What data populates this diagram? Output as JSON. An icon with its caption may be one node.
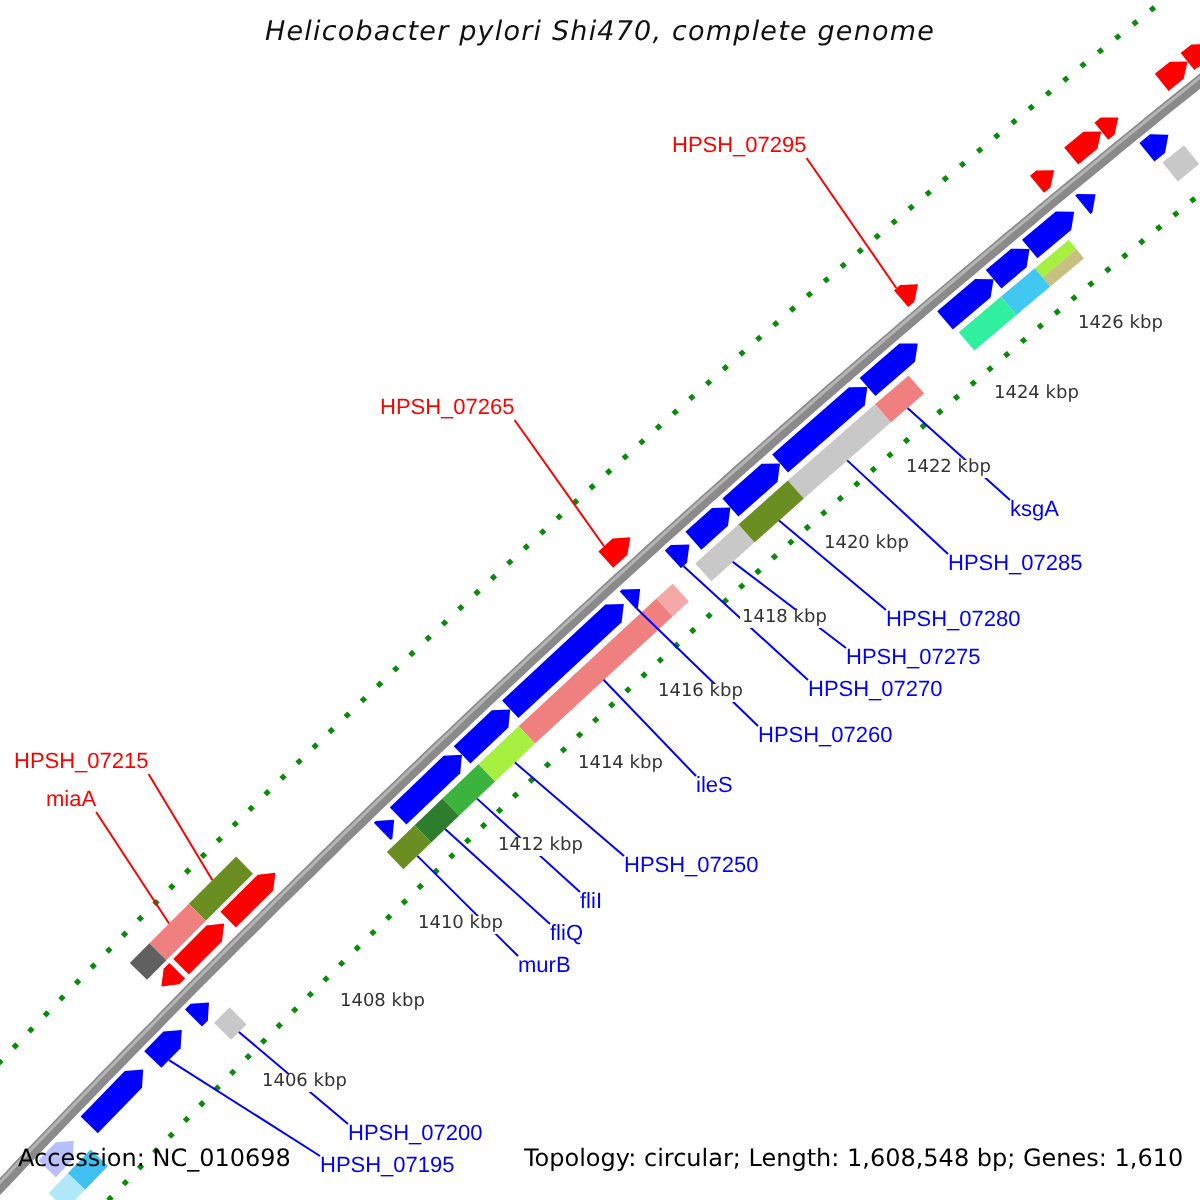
{
  "diagram": {
    "title": "Helicobacter pylori Shi470, complete genome",
    "nodes": [
      {
        "text": [
          "HPSH_07295"
        ]
      },
      {
        "text": [
          "HPSH_07265"
        ]
      },
      {
        "text": [
          "ksgA"
        ]
      },
      {
        "text": [
          "HPSH_07285"
        ]
      },
      {
        "text": [
          "HPSH_07280"
        ]
      },
      {
        "text": [
          "HPSH_07275"
        ]
      },
      {
        "text": [
          "HPSH_07270"
        ]
      },
      {
        "text": [
          "HPSH_07260"
        ]
      },
      {
        "text": [
          "HPSH_07215"
        ]
      },
      {
        "text": [
          "ileS"
        ]
      },
      {
        "text": [
          "miaA"
        ]
      },
      {
        "text": [
          "HPSH_07250"
        ]
      },
      {
        "text": [
          "fliI"
        ]
      },
      {
        "text": [
          "fliQ"
        ]
      },
      {
        "text": [
          "murB"
        ]
      },
      {
        "text": [
          "HPSH_07200"
        ]
      },
      {
        "text": [
          "HPSH_07195"
        ]
      },
      {
        "text": [],
        "shape": "arrow"
      },
      {
        "text": [],
        "shape": "arrow"
      },
      {
        "text": [],
        "shape": "bar"
      },
      {
        "text": [],
        "shape": "arrow"
      },
      {
        "text": [],
        "shape": "arrow"
      },
      {
        "text": [],
        "shape": "arrow"
      },
      {
        "text": [],
        "shape": "arrow"
      },
      {
        "text": [],
        "shape": "arrow"
      },
      {
        "text": [],
        "shape": "arrow"
      },
      {
        "text": [],
        "shape": "bar"
      },
      {
        "text": [],
        "shape": "bar"
      },
      {
        "text": [],
        "shape": "arrow"
      },
      {
        "text": [],
        "shape": "bar"
      },
      {
        "text": [],
        "shape": "arrow"
      },
      {
        "text": [],
        "shape": "bar"
      },
      {
        "text": [],
        "shape": "arrow"
      },
      {
        "text": [],
        "shape": "arrow"
      },
      {
        "text": [],
        "shape": "bar"
      },
      {
        "text": [],
        "shape": "arrow"
      },
      {
        "text": [],
        "shape": "bar"
      },
      {
        "text": [],
        "shape": "arrow"
      },
      {
        "text": [],
        "shape": "bar"
      },
      {
        "text": [],
        "shape": "arrow"
      },
      {
        "text": [],
        "shape": "bar"
      },
      {
        "text": [],
        "shape": "arrow"
      },
      {
        "text": [],
        "shape": "bar"
      },
      {
        "text": [],
        "shape": "arrow"
      },
      {
        "text": [],
        "shape": "arrow"
      },
      {
        "text": [],
        "shape": "bar"
      },
      {
        "text": [],
        "shape": "arrow"
      },
      {
        "text": [],
        "shape": "arrow"
      },
      {
        "text": [],
        "shape": "bar"
      },
      {
        "text": [],
        "shape": "bar"
      },
      {
        "text": [],
        "shape": "arrow"
      },
      {
        "text": [],
        "shape": "bar"
      },
      {
        "text": [],
        "shape": "arrow"
      },
      {
        "text": [],
        "shape": "bar"
      },
      {
        "text": [],
        "shape": "arrow"
      },
      {
        "text": [],
        "shape": "bar"
      },
      {
        "text": [],
        "shape": "arrow"
      },
      {
        "text": [],
        "shape": "bar"
      },
      {
        "text": [],
        "shape": "bar"
      },
      {
        "text": [],
        "shape": "arrow"
      },
      {
        "text": [],
        "shape": "arrow"
      },
      {
        "text": [],
        "shape": "bar"
      },
      {
        "text": [],
        "shape": "arrow"
      },
      {
        "text": [],
        "shape": "arrow"
      },
      {
        "text": [],
        "shape": "bar"
      },
      {
        "text": [],
        "shape": "arrow"
      },
      {
        "text": [],
        "shape": "bar"
      }
    ],
    "edges": [
      {
        "from": 0,
        "to": 32,
        "arrow": "none",
        "color": "#ff0000"
      },
      {
        "from": 1,
        "to": 43,
        "arrow": "none",
        "color": "#ff0000"
      },
      {
        "from": 2,
        "to": 34,
        "arrow": "none"
      },
      {
        "from": 3,
        "to": 36,
        "arrow": "none"
      },
      {
        "from": 4,
        "to": 38,
        "arrow": "none"
      },
      {
        "from": 5,
        "to": 40,
        "arrow": "none"
      },
      {
        "from": 6,
        "to": 41,
        "arrow": "none"
      },
      {
        "from": 7,
        "to": 44,
        "arrow": "none"
      },
      {
        "from": 8,
        "to": 55,
        "arrow": "none",
        "color": "#ff0000"
      },
      {
        "from": 9,
        "to": 45,
        "arrow": "none"
      },
      {
        "from": 10,
        "to": 57,
        "arrow": "none",
        "color": "#ff0000"
      },
      {
        "from": 11,
        "to": 48,
        "arrow": "none"
      },
      {
        "from": 12,
        "to": 49,
        "arrow": "none"
      },
      {
        "from": 13,
        "to": 51,
        "arrow": "none"
      },
      {
        "from": 14,
        "to": 53,
        "arrow": "none"
      },
      {
        "from": 15,
        "to": 58,
        "arrow": "none"
      },
      {
        "from": 16,
        "to": 62,
        "arrow": "none"
      }
    ],
    "labels": [
      "1426 kbp",
      "1424 kbp",
      "1422 kbp",
      "1420 kbp",
      "1418 kbp",
      "1416 kbp",
      "1414 kbp",
      "1412 kbp",
      "1410 kbp",
      "1408 kbp",
      "1406 kbp",
      "Accession: NC_010698",
      "Topology: circular; Length: 1,608,548 bp; Genes: 1,610"
    ]
  }
}
